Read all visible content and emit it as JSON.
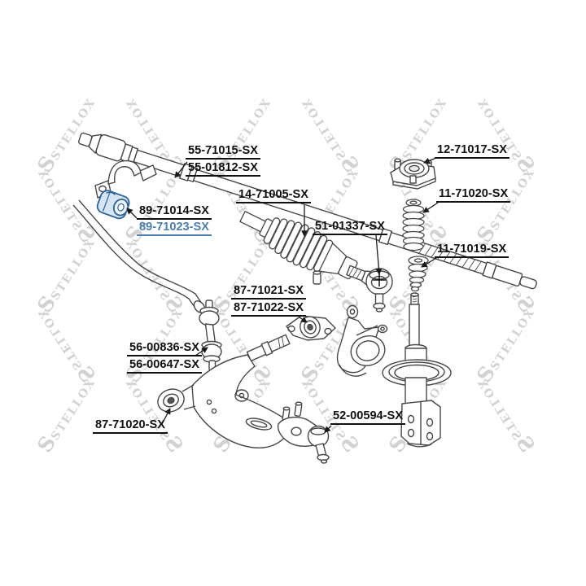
{
  "page": {
    "background": "#ffffff"
  },
  "watermark": {
    "brand_letter": "S",
    "brand": "STELLOX",
    "color": "#d2d2d2",
    "rows": 5,
    "cols": 6
  },
  "palette": {
    "line": "#474747",
    "label_text": "#111111",
    "highlight_label_text": "#4d7fae",
    "highlight_part_fill": "#d5e5f3",
    "highlight_part_stroke": "#2e6195"
  },
  "labels": {
    "rack_rod_a": {
      "text": "55-71015-SX"
    },
    "rack_rod_b": {
      "text": "55-01812-SX"
    },
    "steering_boot": {
      "text": "14-71005-SX"
    },
    "strut_mount": {
      "text": "12-71017-SX"
    },
    "strut_boot": {
      "text": "11-71020-SX"
    },
    "stab_bushing_a": {
      "text": "89-71014-SX"
    },
    "stab_bushing_b": {
      "text": "89-71023-SX"
    },
    "tie_rod_end": {
      "text": "51-01337-SX"
    },
    "bump_stop": {
      "text": "11-71019-SX"
    },
    "arm_bushing_rear_a": {
      "text": "87-71021-SX"
    },
    "arm_bushing_rear_b": {
      "text": "87-71022-SX"
    },
    "stab_link_a": {
      "text": "56-00836-SX"
    },
    "stab_link_b": {
      "text": "56-00647-SX"
    },
    "arm_bushing_front": {
      "text": "87-71020-SX"
    },
    "ball_joint": {
      "text": "52-00594-SX"
    }
  }
}
